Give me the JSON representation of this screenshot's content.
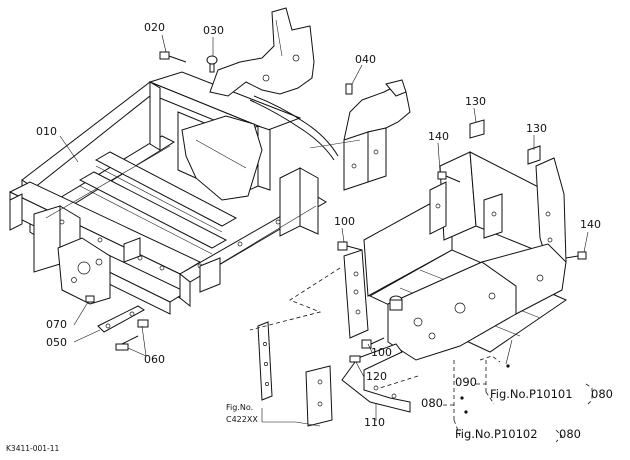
{
  "parts": [
    {
      "no": "010"
    },
    {
      "no": "020"
    },
    {
      "no": "030"
    },
    {
      "no": "040"
    },
    {
      "no": "050"
    },
    {
      "no": "060"
    },
    {
      "no": "070"
    },
    {
      "no": "080"
    },
    {
      "no": "090"
    },
    {
      "no": "100"
    },
    {
      "no": "110"
    },
    {
      "no": "120"
    },
    {
      "no": "130"
    },
    {
      "no": "140"
    }
  ],
  "callouts": {
    "c020": "020",
    "c030": "030",
    "c040": "040",
    "c010": "010",
    "c130a": "130",
    "c130b": "130",
    "c140a": "140",
    "c140b": "140",
    "c100a": "100",
    "c100b": "100",
    "c070": "070",
    "c050": "050",
    "c060": "060",
    "c120": "120",
    "c110": "110",
    "c080a": "080",
    "c090": "090",
    "c080b": "080",
    "c080c": "080"
  },
  "fig_refs": {
    "ref1": "Fig.No.P10101",
    "ref2": "Fig.No.P10102",
    "ref3_line1": "Fig.No.",
    "ref3_line2": "C422XX"
  },
  "drawing_code": "K3411-001-11"
}
